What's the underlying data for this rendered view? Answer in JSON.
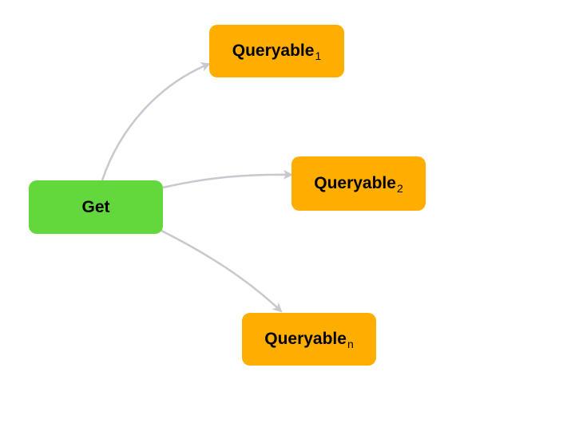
{
  "colors": {
    "source_fill": "#62d83c",
    "target_fill": "#ffae00",
    "edge": "#c8c8d0"
  },
  "nodes": {
    "get": {
      "label": "Get"
    },
    "queryable_1": {
      "label": "Queryable",
      "subscript": "1"
    },
    "queryable_2": {
      "label": "Queryable",
      "subscript": "2"
    },
    "queryable_n": {
      "label": "Queryable",
      "subscript": "n"
    }
  }
}
